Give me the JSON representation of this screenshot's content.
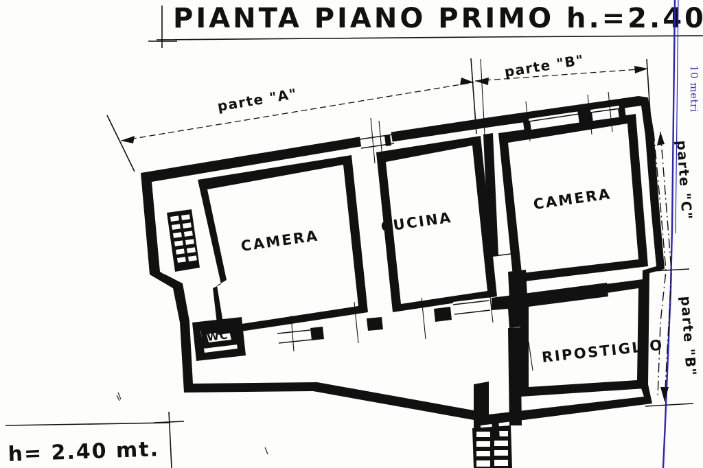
{
  "drawing": {
    "title": "PIANTA  PIANO  PRIMO    h.=2.40",
    "height_note": "h= 2.40 mt.",
    "scale_note": "10 metri"
  },
  "rooms": [
    {
      "id": "camera-left",
      "label": "CAMERA"
    },
    {
      "id": "cucina",
      "label": "CUCINA"
    },
    {
      "id": "camera-right",
      "label": "CAMERA"
    },
    {
      "id": "ripostiglio",
      "label": "RIPOSTIGLIO"
    },
    {
      "id": "wc",
      "label": "WC"
    }
  ],
  "dimension_labels": [
    {
      "id": "parte-a",
      "label": "parte \"A\""
    },
    {
      "id": "parte-b-top",
      "label": "parte \"B\""
    },
    {
      "id": "parte-c-right",
      "label": "parte \"C\""
    },
    {
      "id": "parte-b-right",
      "label": "parte \"B\""
    }
  ],
  "colors": {
    "ink": "#111111",
    "blue": "#2b23c4",
    "paper": "#fdfdfc"
  }
}
